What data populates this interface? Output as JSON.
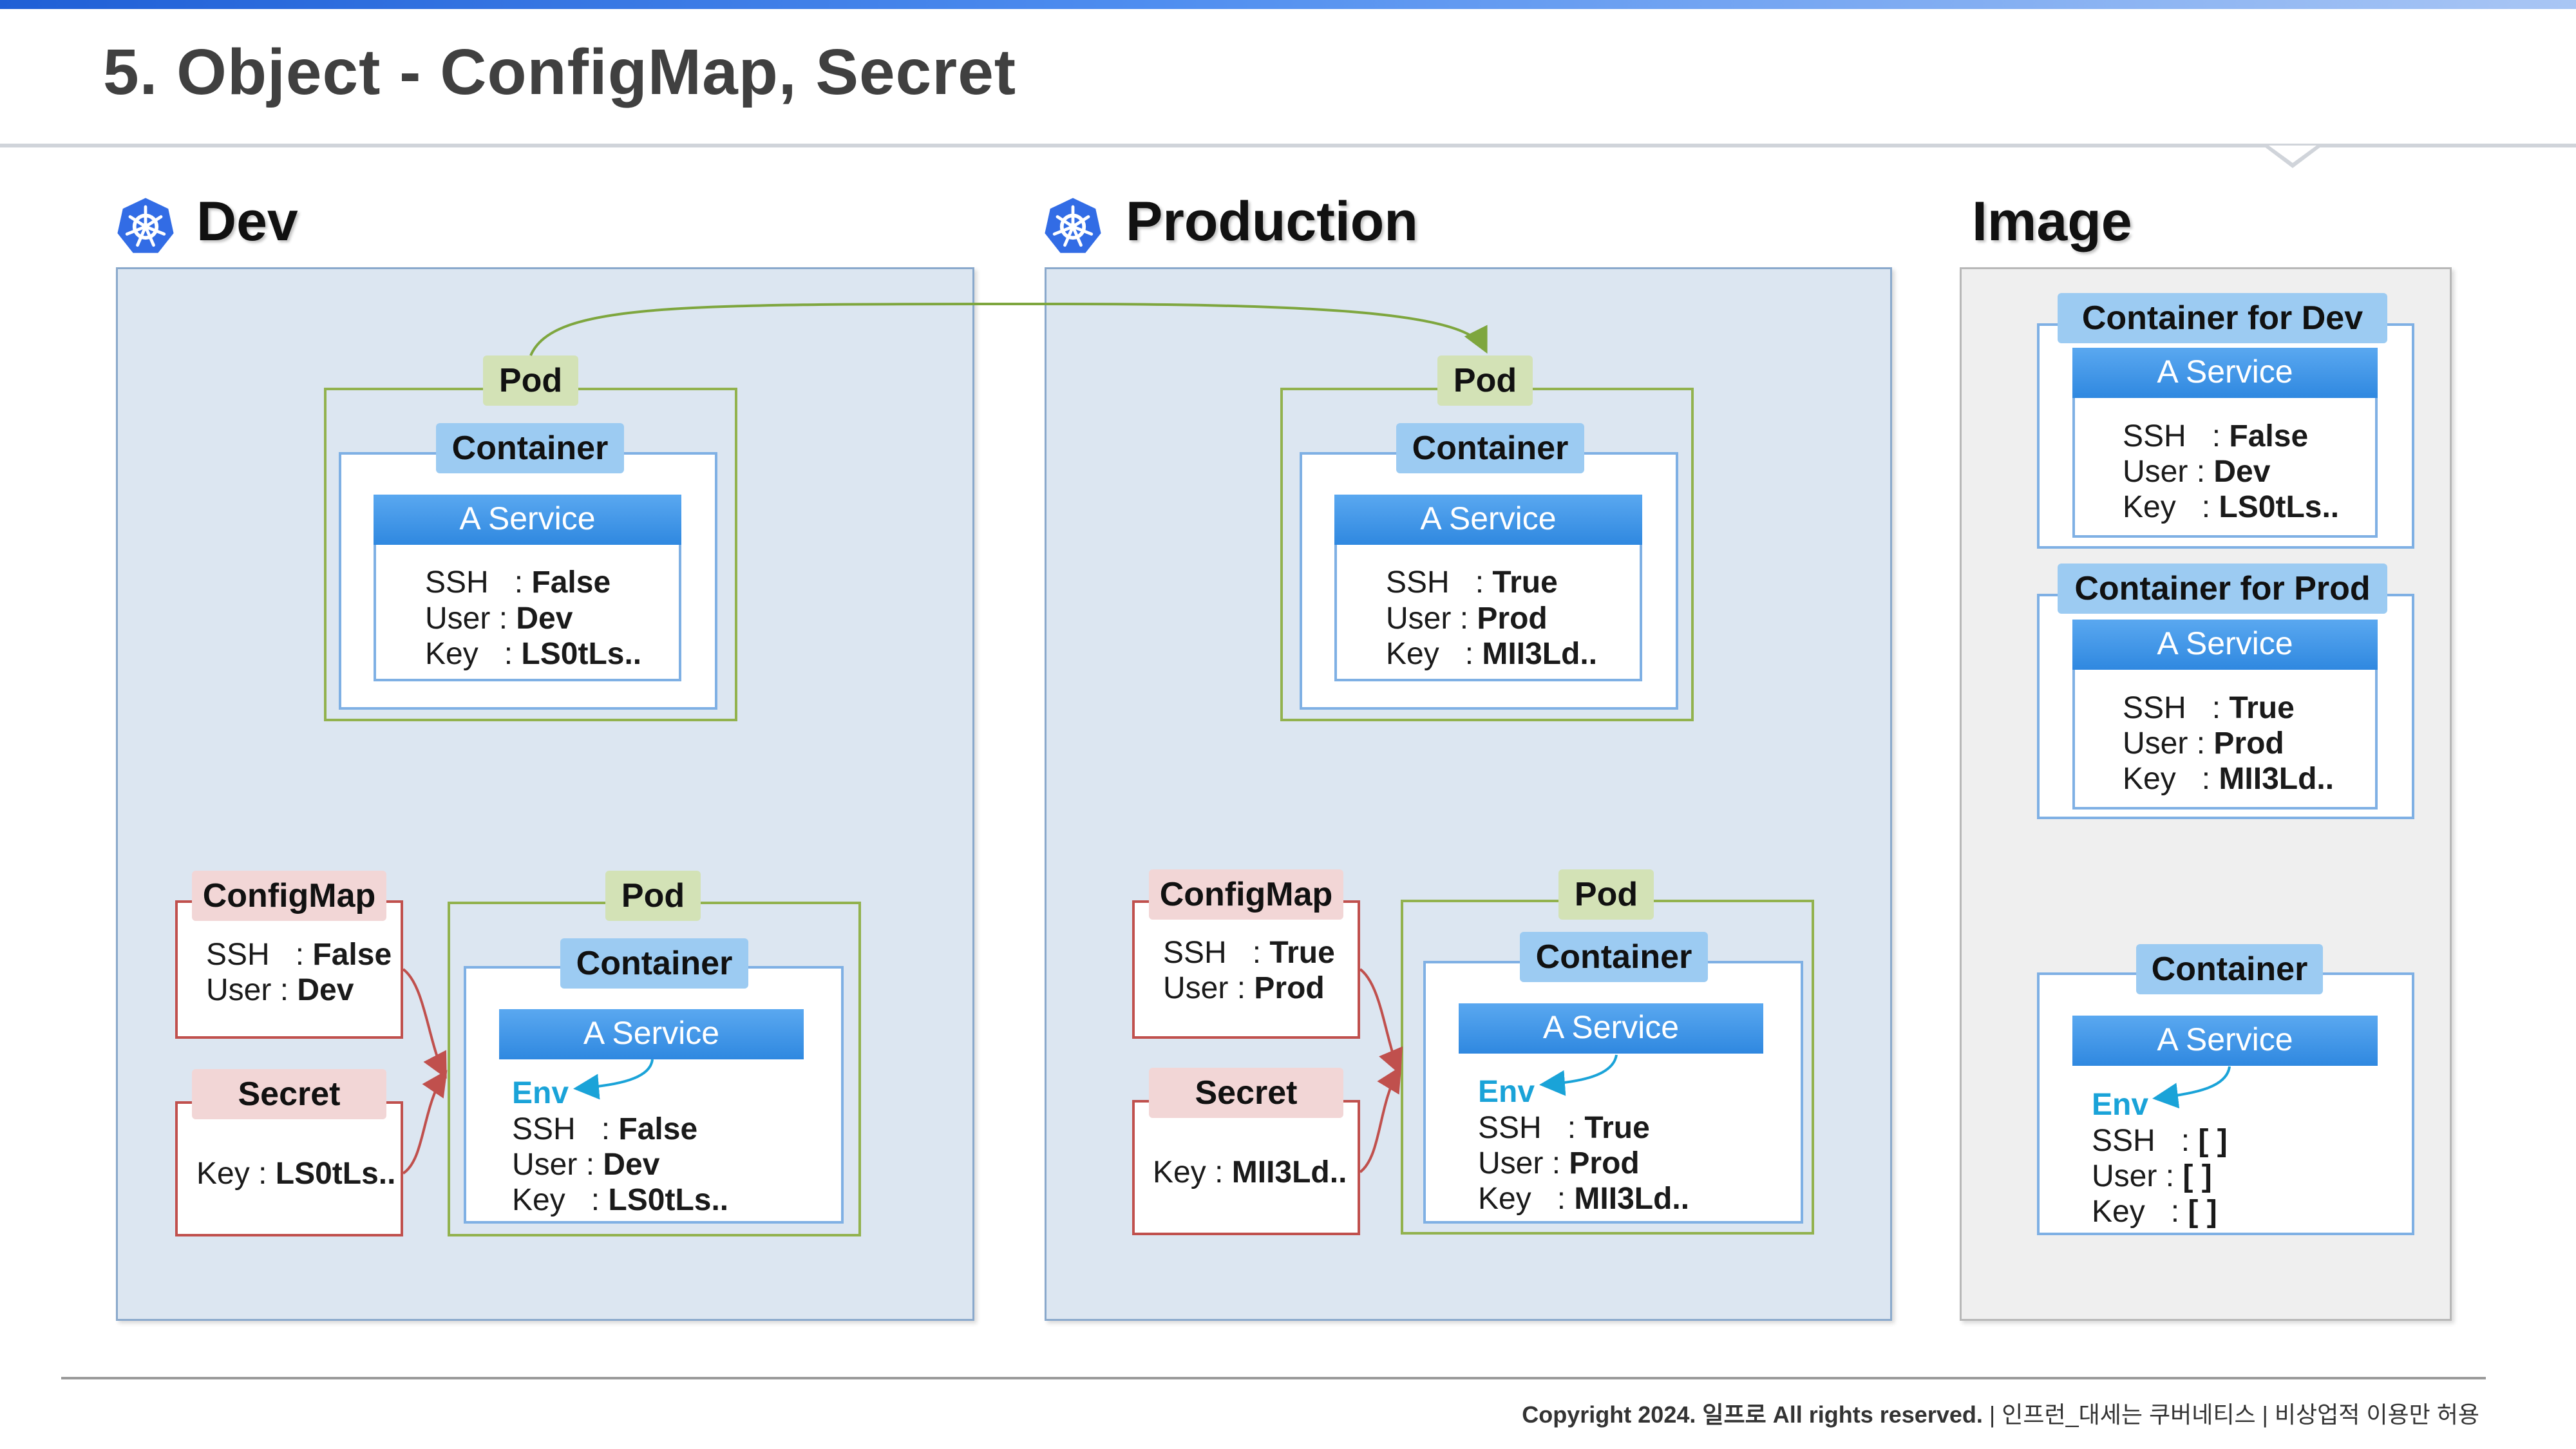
{
  "slide": {
    "title": "5. Object - ConfigMap, Secret",
    "footer_copyright": "Copyright 2024. 일프로 All rights reserved.",
    "footer_course": " | 인프런_대세는 쿠버네티스 | 비상업적 이용만 허용"
  },
  "sections": {
    "dev": "Dev",
    "production": "Production",
    "image": "Image"
  },
  "labels": {
    "pod": "Pod",
    "container": "Container",
    "service": "A Service",
    "configmap": "ConfigMap",
    "secret": "Secret",
    "env": "Env",
    "ssh": "SSH",
    "user": "User",
    "key": "Key",
    "colon": ":",
    "bracket_empty": "[      ]"
  },
  "dev": {
    "values": {
      "ssh": "False",
      "user": "Dev",
      "key": "LS0tLs.."
    }
  },
  "prod": {
    "values": {
      "ssh": "True",
      "user": "Prod",
      "key": "MII3Ld.."
    }
  },
  "image": {
    "container_dev": "Container for Dev",
    "container_prod": "Container for Prod",
    "container_generic": "Container"
  },
  "colors": {
    "pod_border": "#92b24e",
    "container_border": "#7fb0e4",
    "config_border": "#c0504d",
    "service_header": "#2f88e0",
    "env_text": "#1aa3d8",
    "panel_bg": "#dce6f1"
  },
  "icons": {
    "kubernetes": "kubernetes-logo-icon"
  }
}
